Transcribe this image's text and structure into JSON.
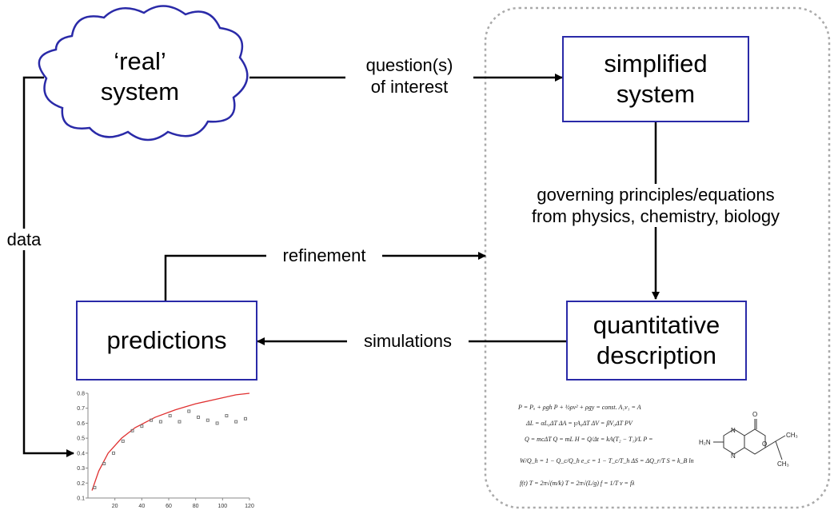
{
  "nodes": {
    "real_system": {
      "line1": "‘real’",
      "line2": "system"
    },
    "simplified_system": {
      "line1": "simplified",
      "line2": "system"
    },
    "predictions": {
      "label": "predictions"
    },
    "quantitative_description": {
      "line1": "quantitative",
      "line2": "description"
    }
  },
  "edges": {
    "question": {
      "line1": "question(s)",
      "line2": "of interest"
    },
    "governing": {
      "line1": "governing principles/equations",
      "line2": "from physics, chemistry, biology"
    },
    "simulations": {
      "label": "simulations"
    },
    "refinement": {
      "label": "refinement"
    },
    "data": {
      "label": "data"
    }
  },
  "colors": {
    "box_border": "#2a2aa8",
    "curve": "#e03030",
    "markers": "#777777",
    "dotted": "#aaaaaa"
  },
  "chart_data": {
    "type": "scatter",
    "x_ticks": [
      "20",
      "40",
      "60",
      "80",
      "100",
      "120"
    ],
    "y_ticks": [
      "0.1",
      "0.2",
      "0.3",
      "0.4",
      "0.5",
      "0.6",
      "0.7",
      "0.8"
    ],
    "xlim": [
      0,
      120
    ],
    "ylim": [
      0.1,
      0.8
    ],
    "series": [
      {
        "kind": "points",
        "x": [
          5,
          12,
          19,
          26,
          33,
          40,
          47,
          54,
          61,
          68,
          75,
          82,
          89,
          96,
          103,
          110,
          117
        ],
        "y": [
          0.17,
          0.33,
          0.4,
          0.48,
          0.55,
          0.58,
          0.62,
          0.61,
          0.65,
          0.61,
          0.68,
          0.64,
          0.62,
          0.6,
          0.65,
          0.61,
          0.63
        ]
      },
      {
        "kind": "line",
        "x": [
          3,
          8,
          15,
          25,
          35,
          50,
          65,
          80,
          95,
          110,
          120
        ],
        "y": [
          0.15,
          0.28,
          0.4,
          0.5,
          0.57,
          0.64,
          0.69,
          0.73,
          0.76,
          0.79,
          0.8
        ]
      }
    ]
  },
  "equations": [
    "P = Pₐ + ρgh     P + ½ρv² + ρgy = const.   A₁v₁ = A",
    "ΔL = αL₀ΔT   ΔA = γA₀ΔT    ΔV = βV₀ΔT    PV",
    "Q = mcΔT   Q = mL   H = Q/Δt = kA(T₂ − T₁)/L    P =",
    "W/Q_h = 1 − Q_c/Q_h    e_c = 1 − T_c/T_h    ΔS = ΔQ_r/T    S = k_B ln",
    "f(t)    T = 2π√(m/k)    T = 2π√(L/g)    f = 1/T    v = fλ"
  ],
  "molecule": {
    "atoms": [
      "O",
      "N",
      "N",
      "O",
      "H₂N",
      "CH₃",
      "CH₃"
    ]
  }
}
